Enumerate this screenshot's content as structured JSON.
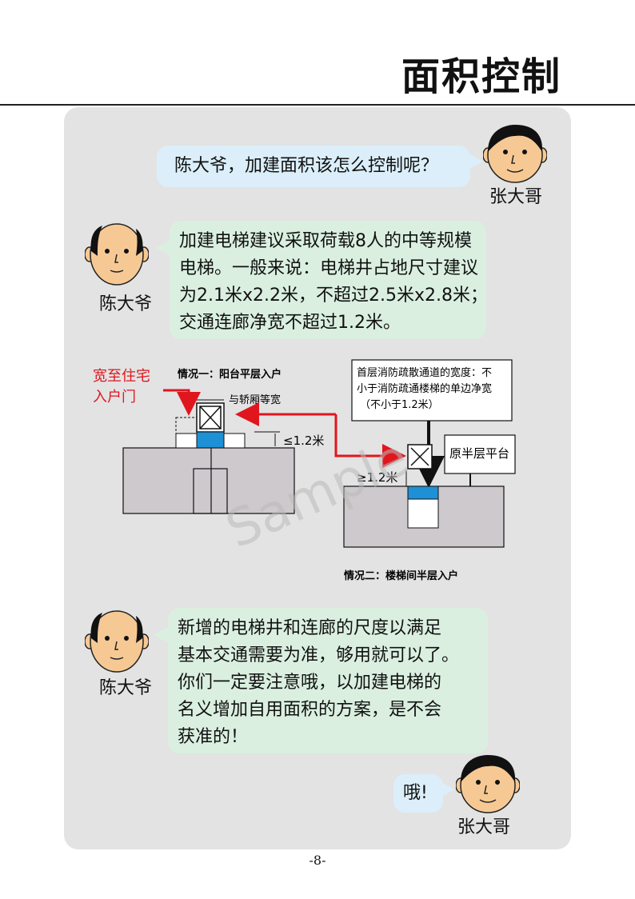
{
  "page_title": "面积控制",
  "page_number": "-8-",
  "watermark": "Sample",
  "speakers": {
    "zhang": "张大哥",
    "chen": "陈大爷"
  },
  "dialog": {
    "q1": "陈大爷，加建面积该怎么控制呢？",
    "a1": [
      "加建电梯建议采取荷载8人的中等规模",
      "电梯。一般来说：电梯井占地尺寸建议",
      "为2.1米x2.2米，不超过2.5米x2.8米；",
      "交通连廊净宽不超过1.2米。"
    ],
    "a2": [
      "新增的电梯井和连廊的尺度以满足",
      "基本交通需要为准，够用就可以了。",
      "你们一定要注意哦，以加建电梯的",
      "名义增加自用面积的方案，是不会",
      "获准的！"
    ],
    "reply": "哦!"
  },
  "diagram": {
    "case1_title": "情况一：阳台平层入户",
    "case2_title": "情况二：楼梯间半层入户",
    "red_note_line1": "宽至住宅",
    "red_note_line2": "入户门",
    "same_width": "与轿厢等宽",
    "dim_left": "≤1.2米",
    "dim_right": "≥1.2米",
    "fire_note": [
      "首层消防疏散通道的宽度：不",
      "小于消防疏通楼梯的单边净宽",
      "（不小于1.2米）"
    ],
    "landing": "原半层平台"
  },
  "colors": {
    "blue_bubble": "#dbeef9",
    "green_bubble": "#daefe0",
    "panel": "#e3e3e3",
    "accent_red": "#e0161e",
    "lift_blue": "#1e90d6"
  }
}
